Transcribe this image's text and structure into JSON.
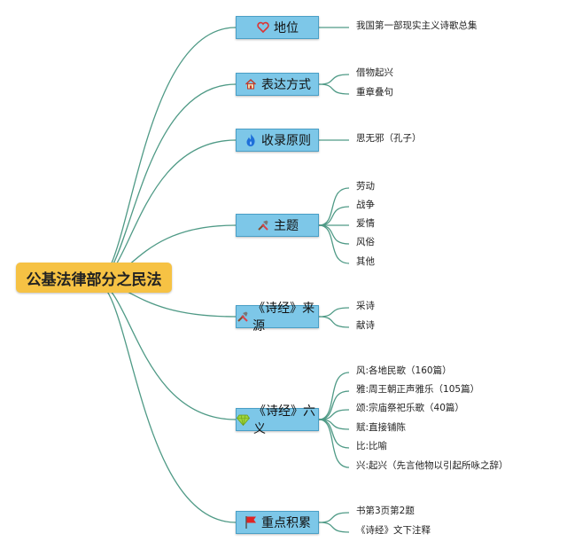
{
  "root": {
    "label": "公基法律部分之民法"
  },
  "branches": [
    {
      "label": "地位",
      "icon": "heart-icon",
      "leaves": [
        "我国第一部现实主义诗歌总集"
      ]
    },
    {
      "label": "表达方式",
      "icon": "house-icon",
      "leaves": [
        "借物起兴",
        "重章叠句"
      ]
    },
    {
      "label": "收录原则",
      "icon": "fire-icon",
      "leaves": [
        "思无邪（孔子）"
      ]
    },
    {
      "label": "主题",
      "icon": "tools-icon",
      "leaves": [
        "劳动",
        "战争",
        "爱情",
        "风俗",
        "其他"
      ]
    },
    {
      "label": "《诗经》来源",
      "icon": "tools-icon",
      "leaves": [
        "采诗",
        "献诗"
      ]
    },
    {
      "label": "《诗经》六义",
      "icon": "gem-icon",
      "leaves": [
        "风:各地民歌（160篇）",
        "雅:周王朝正声雅乐（105篇）",
        "颂:宗庙祭祀乐歌（40篇）",
        "赋:直接铺陈",
        "比:比喻",
        "兴:起兴（先言他物以引起所咏之辞）"
      ]
    },
    {
      "label": "重点积累",
      "icon": "flag-icon",
      "leaves": [
        "书第3页第2题",
        "《诗经》文下注释"
      ]
    }
  ],
  "colors": {
    "line": "#4f9a86",
    "root_bg": "#f6c244",
    "branch_bg": "#7dc7e8",
    "branch_border": "#4a9fc6"
  }
}
